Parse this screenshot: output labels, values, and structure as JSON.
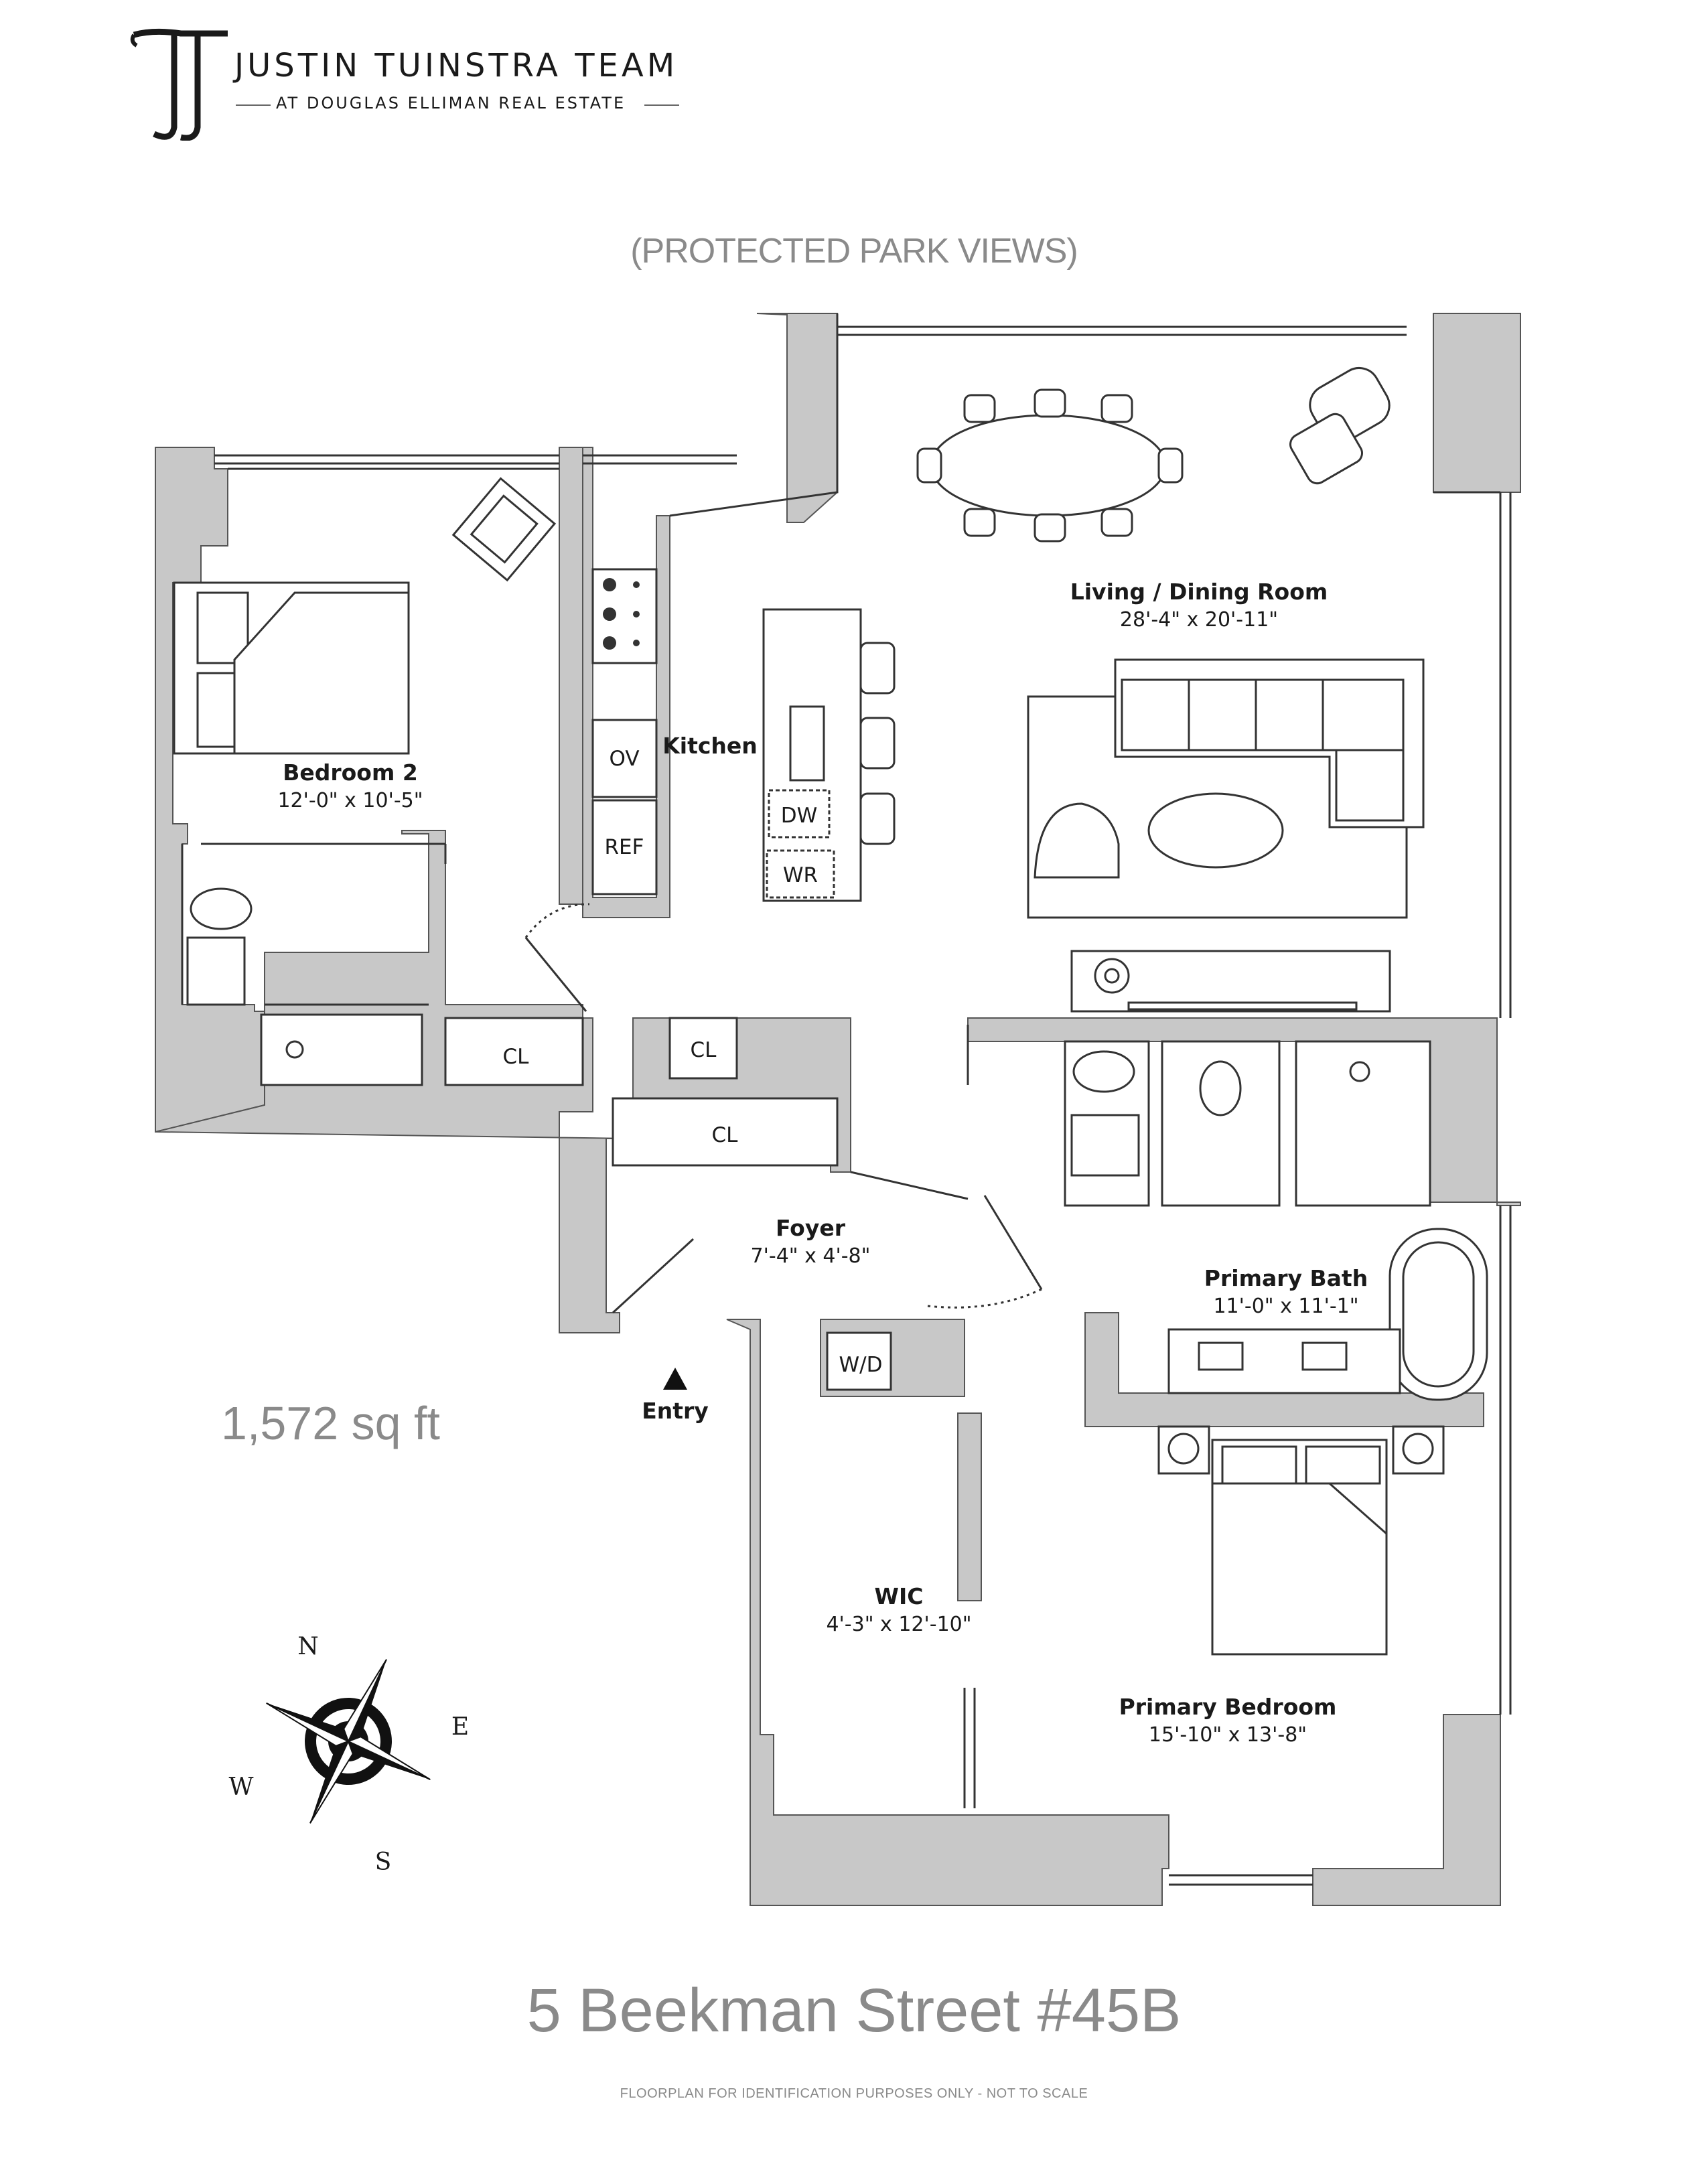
{
  "brand": {
    "monogram": "JT",
    "name": "JUSTIN TUINSTRA TEAM",
    "subtitle": "AT DOUGLAS ELLIMAN REAL ESTATE"
  },
  "views_note": "(PROTECTED PARK VIEWS)",
  "rooms": [
    {
      "name": "Living / Dining Room",
      "dimensions": "28'-4\" x 20'-11\""
    },
    {
      "name": "Bedroom 2",
      "dimensions": "12'-0\" x 10'-5\""
    },
    {
      "name": "Kitchen",
      "dimensions": ""
    },
    {
      "name": "Foyer",
      "dimensions": "7'-4\" x 4'-8\""
    },
    {
      "name": "Primary Bath",
      "dimensions": "11'-0\" x 11'-1\""
    },
    {
      "name": "WIC",
      "dimensions": "4'-3\" x 12'-10\""
    },
    {
      "name": "Primary Bedroom",
      "dimensions": "15'-10\" x 13'-8\""
    }
  ],
  "fixtures": {
    "ov": "OV",
    "ref": "REF",
    "dw": "DW",
    "wr": "WR",
    "cl": "CL",
    "wd": "W/D"
  },
  "entry_label": "Entry",
  "square_footage": "1,572 sq ft",
  "compass": {
    "n": "N",
    "e": "E",
    "s": "S",
    "w": "W"
  },
  "address": "5 Beekman Street #45B",
  "disclaimer": "FLOORPLAN FOR IDENTIFICATION PURPOSES ONLY - NOT TO SCALE",
  "colors": {
    "wall": "#c8c8c8",
    "line": "#333333",
    "text_gray": "#8a8a8a"
  }
}
